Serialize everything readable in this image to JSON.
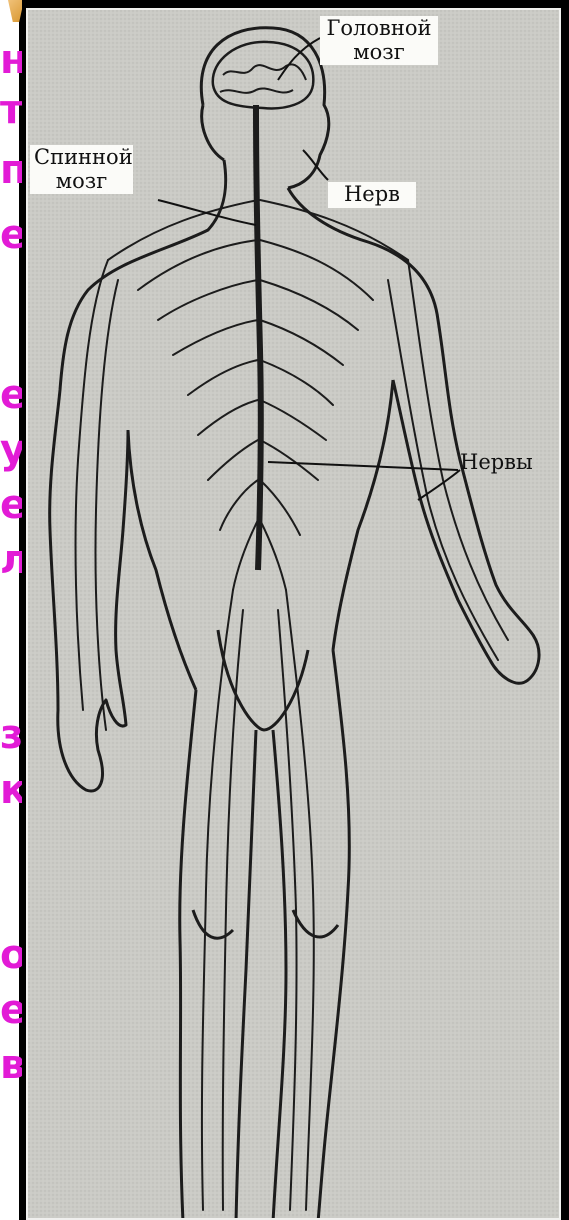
{
  "side_text": {
    "letters": [
      "н",
      "т",
      "п",
      "е",
      "е",
      "у",
      "е",
      "л",
      "з",
      "к",
      "о",
      "е",
      "в"
    ]
  },
  "labels": {
    "brain": {
      "line1": "Головной",
      "line2": "мозг"
    },
    "spinal_cord": {
      "line1": "Спинной",
      "line2": "мозг"
    },
    "nerve": "Нерв",
    "nerves": "Нервы"
  },
  "colors": {
    "side_text": "#e21bd6",
    "panel_bg": "#cbcbc6",
    "ink": "#1c1c1c"
  }
}
